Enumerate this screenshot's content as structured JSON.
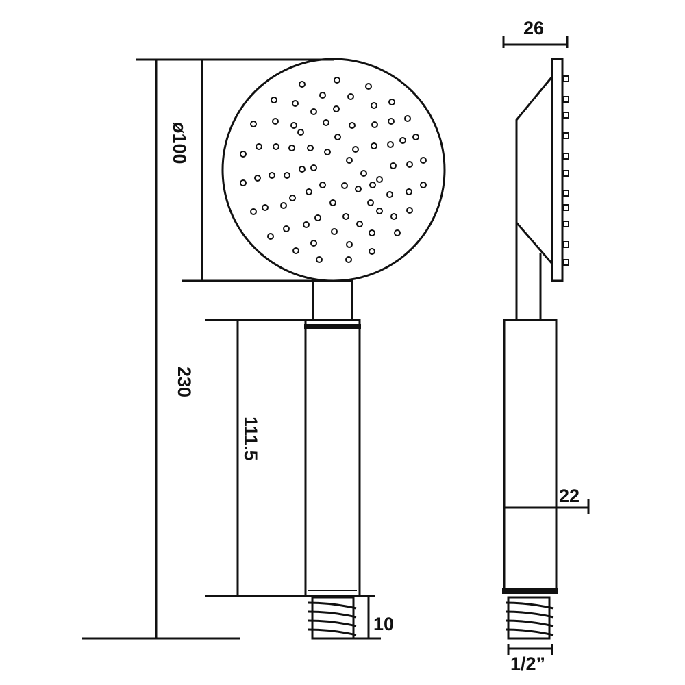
{
  "dimensions": {
    "total_length": "230",
    "head_diameter": "ø100",
    "handle_length": "111.5",
    "thread_length": "10",
    "head_depth": "26",
    "handle_diameter": "22",
    "thread_size": "1/2”"
  },
  "colors": {
    "line": "#111111",
    "background": "#ffffff"
  }
}
